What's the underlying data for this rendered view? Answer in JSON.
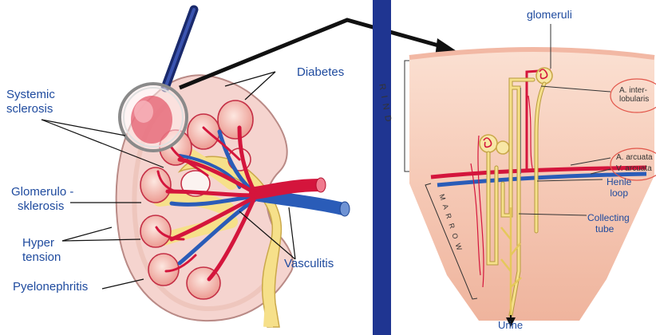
{
  "left_labels": {
    "systemic_sclerosis": [
      "Systemic",
      "sclerosis"
    ],
    "diabetes": "Diabetes",
    "glomerulosklerosis": [
      "Glomerulo -",
      "sklerosis"
    ],
    "hypertension": [
      "Hyper",
      "tension"
    ],
    "pyelonephritis": "Pyelonephritis",
    "vasculitis": "Vasculitis"
  },
  "right_labels": {
    "glomeruli": "glomeruli",
    "a_interlobularis": [
      "A. inter-",
      "lobularis"
    ],
    "a_arcuata": "A. arcuata",
    "v_arcuata": "V. arcuata",
    "henle_loop": [
      "Henle",
      "loop"
    ],
    "collecting_tube": [
      "Collecting",
      "tube"
    ],
    "urine": "Urine",
    "rind": "R I N D",
    "marrow": "M A R R O W"
  },
  "colors": {
    "label_blue": "#1e4a9e",
    "divider": "#1f3591",
    "artery_red": "#d4153c",
    "vein_blue": "#2a5cb8",
    "ureter_yellow": "#f6e08a",
    "cortex_pink": "#f6cfc0"
  }
}
